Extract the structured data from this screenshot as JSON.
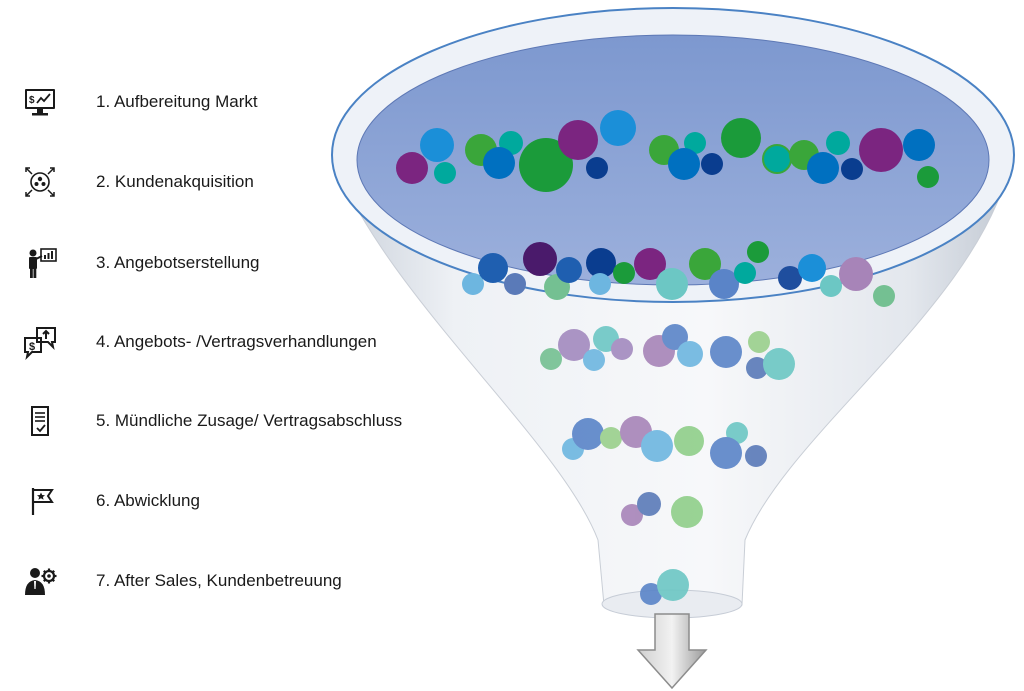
{
  "stages": [
    {
      "label": "1. Aufbereitung Markt",
      "icon": "monitor-chart-icon"
    },
    {
      "label": "2. Kundenakquisition",
      "icon": "customer-network-icon"
    },
    {
      "label": "3. Angebotserstellung",
      "icon": "presenter-chart-icon"
    },
    {
      "label": "4. Angebots- /Vertragsverhandlungen",
      "icon": "negotiation-dollar-icon"
    },
    {
      "label": "5. Mündliche Zusage/ Vertragsabschluss",
      "icon": "contract-document-icon"
    },
    {
      "label": "6. Abwicklung",
      "icon": "flag-star-icon"
    },
    {
      "label": "7. After Sales, Kundenbetreuung",
      "icon": "support-agent-gear-icon"
    }
  ],
  "colors": {
    "text": "#1a1a1a",
    "funnel_body": "#e4e9f0",
    "funnel_mouth": "#8aa2d2",
    "funnel_rim": "#4a82c4",
    "arrow": "#a6a6a6",
    "bubble_palette": [
      "#0070c0",
      "#00a99d",
      "#2e9d3a",
      "#7b2580",
      "#1b8fd8",
      "#1f4e9e",
      "#0a3d8f",
      "#5c1a6b",
      "#3aa63a"
    ]
  }
}
